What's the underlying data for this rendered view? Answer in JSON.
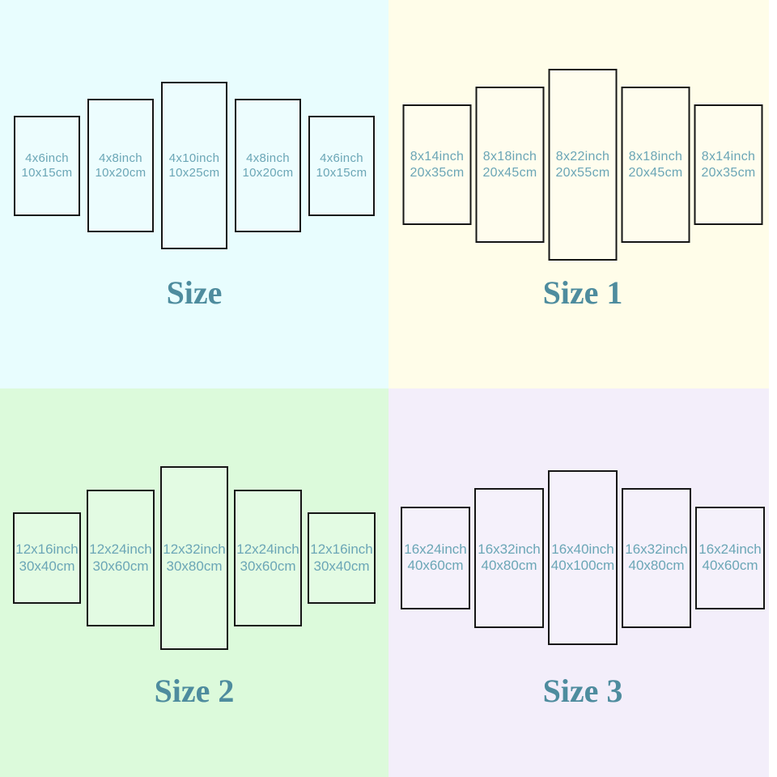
{
  "quadrants": [
    {
      "title": "Size",
      "background": "#e8fdfe",
      "panels": [
        {
          "inch": "4x6inch",
          "cm": "10x15cm"
        },
        {
          "inch": "4x8inch",
          "cm": "10x20cm"
        },
        {
          "inch": "4x10inch",
          "cm": "10x25cm"
        },
        {
          "inch": "4x8inch",
          "cm": "10x20cm"
        },
        {
          "inch": "4x6inch",
          "cm": "10x15cm"
        }
      ]
    },
    {
      "title": "Size 1",
      "background": "#fffde9",
      "panels": [
        {
          "inch": "8x14inch",
          "cm": "20x35cm"
        },
        {
          "inch": "8x18inch",
          "cm": "20x45cm"
        },
        {
          "inch": "8x22inch",
          "cm": "20x55cm"
        },
        {
          "inch": "8x18inch",
          "cm": "20x45cm"
        },
        {
          "inch": "8x14inch",
          "cm": "20x35cm"
        }
      ]
    },
    {
      "title": "Size 2",
      "background": "#dcfadb",
      "panels": [
        {
          "inch": "12x16inch",
          "cm": "30x40cm"
        },
        {
          "inch": "12x24inch",
          "cm": "30x60cm"
        },
        {
          "inch": "12x32inch",
          "cm": "30x80cm"
        },
        {
          "inch": "12x24inch",
          "cm": "30x60cm"
        },
        {
          "inch": "12x16inch",
          "cm": "30x40cm"
        }
      ]
    },
    {
      "title": "Size 3",
      "background": "#f3eefa",
      "panels": [
        {
          "inch": "16x24inch",
          "cm": "40x60cm"
        },
        {
          "inch": "16x32inch",
          "cm": "40x80cm"
        },
        {
          "inch": "16x40inch",
          "cm": "40x100cm"
        },
        {
          "inch": "16x32inch",
          "cm": "40x80cm"
        },
        {
          "inch": "16x24inch",
          "cm": "40x60cm"
        }
      ]
    }
  ],
  "colors": {
    "panel_text": "#6ba6b6",
    "title_text": "#4e8c9e",
    "panel_border": "#161616",
    "quad_top_left_bg": "#e8fdfe",
    "quad_top_right_bg": "#fffde9",
    "quad_bottom_left_bg": "#dcfadb",
    "quad_bottom_right_bg": "#f3eefa",
    "right_edge": "#ffffff"
  }
}
